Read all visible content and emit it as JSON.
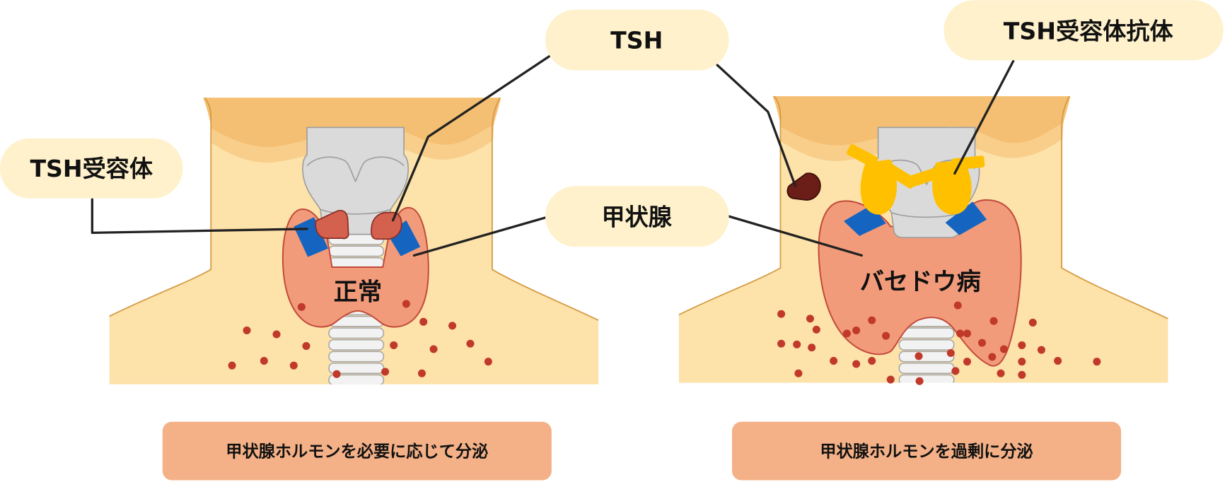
{
  "callouts": {
    "tsh_receptor": "TSH受容体",
    "tsh": "TSH",
    "thyroid": "甲状腺",
    "tsh_receptor_antibody": "TSH受容体抗体"
  },
  "panels": {
    "normal": {
      "label": "正常",
      "caption": "甲状腺ホルモンを必要に応じて分泌"
    },
    "graves": {
      "label": "バセドウ病",
      "caption": "甲状腺ホルモンを過剰に分泌"
    }
  },
  "colors": {
    "neck": "#FDE2A9",
    "chin_dark": "#F5BF73",
    "chin_light": "#F8CE8A",
    "larynx": "#DADADA",
    "thyroid": "#F29B7B",
    "receptor": "#1565C0",
    "tsh": "#D4604E",
    "tsh_free": "#6B1D17",
    "antibody": "#FFC000",
    "hormone": "#C0392B",
    "bubble": "#FEF1CC",
    "caption_box": "#F4B187"
  }
}
